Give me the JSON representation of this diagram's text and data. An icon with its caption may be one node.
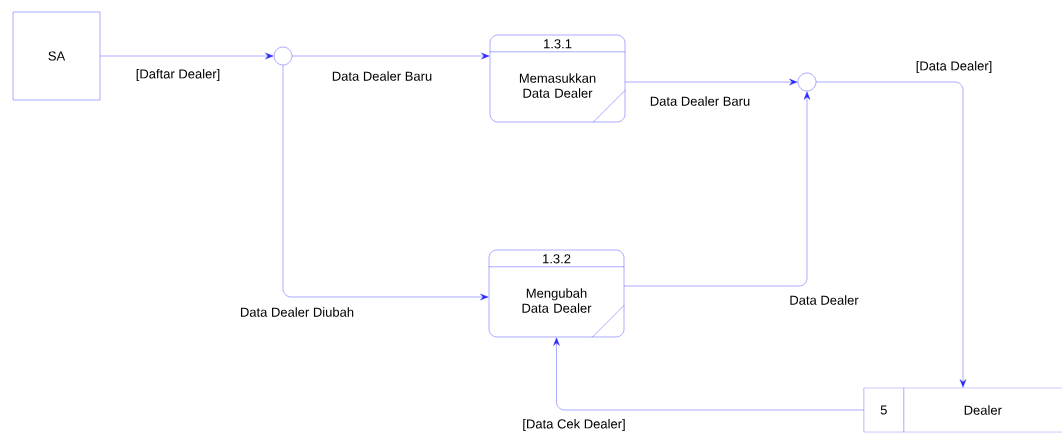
{
  "diagram": {
    "nodes": [
      {
        "text": [
          "SA"
        ]
      },
      {
        "text": [],
        "shape": "circle"
      },
      {
        "text": [
          "1.3.1",
          "Memasukkan Data Dealer"
        ]
      },
      {
        "text": [],
        "shape": "circle"
      },
      {
        "text": [
          "1.3.2",
          "Mengubah Data Dealer"
        ]
      },
      {
        "text": [
          "5",
          "Dealer"
        ]
      }
    ],
    "edges": [
      {
        "from": 0,
        "to": 1,
        "arrow": "to",
        "label": "[Daftar Dealer]"
      },
      {
        "from": 1,
        "to": 2,
        "arrow": "to",
        "label": "Data Dealer Baru"
      },
      {
        "from": 1,
        "to": 4,
        "arrow": "to",
        "label": "Data Dealer Diubah"
      },
      {
        "from": 2,
        "to": 3,
        "arrow": "to",
        "label": "Data Dealer Baru"
      },
      {
        "from": 4,
        "to": 3,
        "arrow": "to",
        "label": "Data Dealer"
      },
      {
        "from": 3,
        "to": 5,
        "arrow": "to",
        "label": "[Data Dealer]"
      },
      {
        "from": 5,
        "to": 4,
        "arrow": "to",
        "label": "[Data Cek Dealer]"
      }
    ]
  }
}
